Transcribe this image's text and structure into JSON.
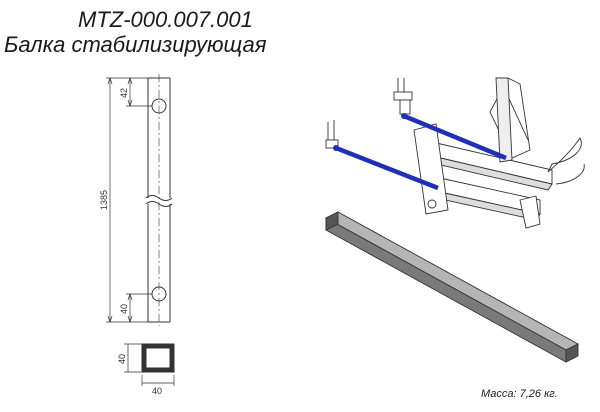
{
  "header": {
    "part_number": "MTZ-000.007.001",
    "part_name": "Балка стабилизирующая"
  },
  "drawing": {
    "dim_overall_length": "1385",
    "dim_top_hole": "42",
    "dim_bottom_hole": "40",
    "dim_section_height": "40",
    "dim_section_width": "40"
  },
  "footer": {
    "mass_label": "Масса: 7,26 кг."
  },
  "colors": {
    "line": "#333333",
    "stabilizer_blue": "#1f2fb8",
    "beam_gray": "#7a7a7a"
  }
}
